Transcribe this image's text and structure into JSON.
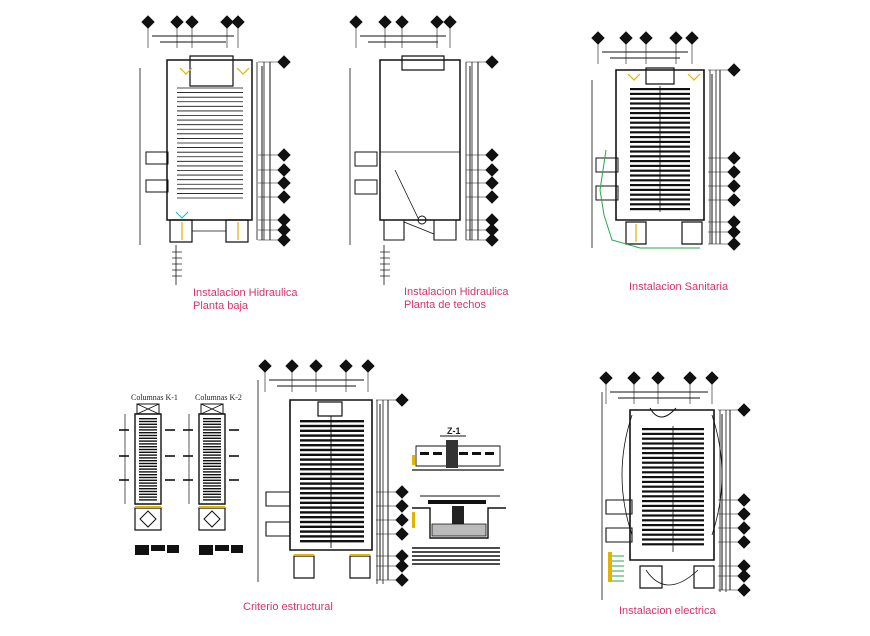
{
  "drawings": [
    {
      "id": "hidraulica-baja",
      "title_line1": "Instalacion Hidraulica",
      "title_line2": "Planta baja"
    },
    {
      "id": "hidraulica-techos",
      "title_line1": "Instalacion Hidraulica",
      "title_line2": "Planta de techos"
    },
    {
      "id": "sanitaria",
      "title_line1": "Instalacion Sanitaria",
      "title_line2": ""
    },
    {
      "id": "estructural",
      "title_line1": "Criterio estructural",
      "title_line2": ""
    },
    {
      "id": "electrica",
      "title_line1": "Instalacion electrica",
      "title_line2": ""
    }
  ],
  "column_details": {
    "k1_label": "Columnas K-1",
    "k2_label": "Columnas K-2"
  },
  "footing_detail": {
    "label": "Z-1"
  },
  "colors": {
    "line": "#111111",
    "caption": "#d6336c",
    "accent_yellow": "#e0b400",
    "accent_green": "#2aa84a",
    "accent_cyan": "#19b6c9"
  }
}
